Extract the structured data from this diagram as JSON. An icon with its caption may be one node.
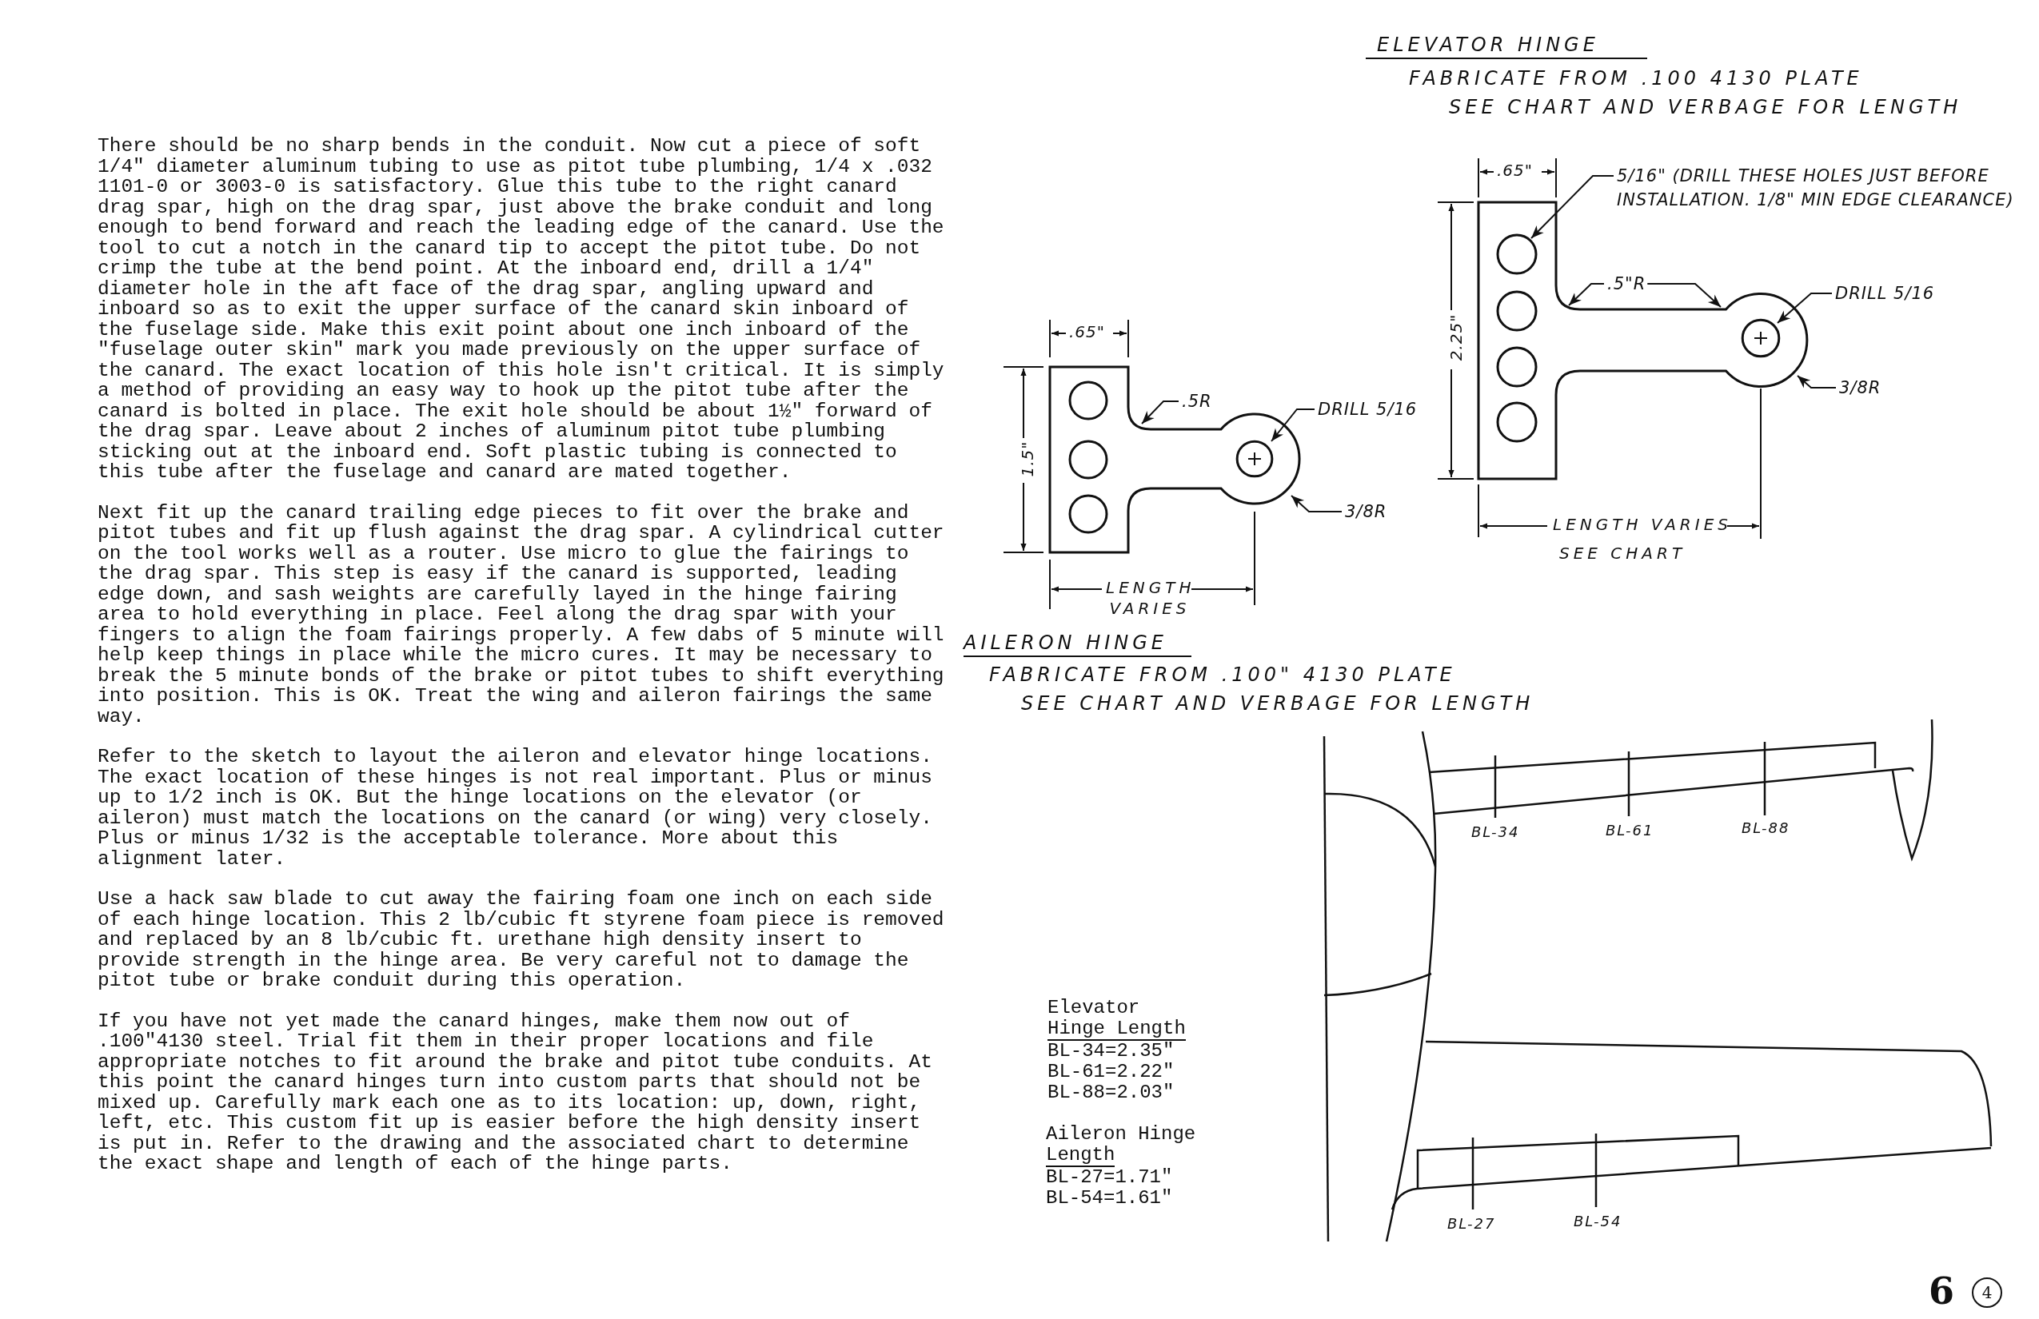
{
  "diagram": {
    "nodes": [
      {
        "text": [
          "5/16\" (DRILL THESE HOLES JUST BEFORE INSTALLATION. 1/8\" MIN EDGE CLEARANCE)"
        ]
      },
      {
        "text": [
          ".5\"R"
        ]
      },
      {
        "text": [
          "DRILL 5/16"
        ]
      },
      {
        "text": [
          "3/8R"
        ]
      },
      {
        "text": [
          ".5R"
        ]
      },
      {
        "text": [
          "DRILL 5/16"
        ]
      },
      {
        "text": [
          "3/8R"
        ]
      },
      {
        "text": [],
        "shape": "picture"
      },
      {
        "text": [],
        "shape": "picture"
      }
    ],
    "edges": [
      {
        "from": 0,
        "to": 7,
        "arrow": "to"
      },
      {
        "from": 1,
        "to": 7,
        "arrow": "to"
      },
      {
        "from": 1,
        "to": 7,
        "arrow": "to"
      },
      {
        "from": 2,
        "to": 7,
        "arrow": "to"
      },
      {
        "from": 3,
        "to": 7,
        "arrow": "to"
      },
      {
        "from": 4,
        "to": 8,
        "arrow": "to"
      },
      {
        "from": 5,
        "to": 8,
        "arrow": "to"
      },
      {
        "from": 6,
        "to": 8,
        "arrow": "to"
      }
    ],
    "labels": [
      "There should be no sharp bends in the conduit.  Now cut a piece of soft 1/4\" diameter aluminum tubing to use as pitot tube plumbing, 1/4 x .032 1101-0 or 3003-0 is satisfactory.  Glue this tube to the right canard drag spar, high on the drag spar, just above the brake conduit and long enough to bend forward and reach the leading edge of the canard.  Use the tool to cut a notch in the canard tip to accept the pitot tube.  Do not crimp the tube at the bend point. At the inboard end, drill a 1/4\" diameter hole in the aft face of the drag spar, angling upward and inboard so as to exit the upper surface of the canard skin inboard of the fuselage side.  Make this exit point about one inch inboard of the \"fuselage outer skin\" mark you made previously on the upper surface of the canard.  The exact location of this hole isn't critical.  It is simply a method of providing an easy way to hook up the pitot tube after the canard is bolted in place.  The exit hole should be about 1½\" forward of the drag spar.  Leave about 2 inches of aluminum pitot tube plumbing sticking out at the inboard end.  Soft plastic tubing is connected to this tube after the fuselage and canard are mated together.",
      "Next fit up the canard trailing edge pieces to fit over the brake and pitot tubes and fit up flush against the drag spar.  A cylindrical cutter on the tool works well as a router.  Use micro to glue the fairings to the drag spar.  This step is easy if the canard is supported, leading edge down, and sash weights are carefully layed in the hinge fairing area to hold everything in place.  Feel along the drag spar with your fingers to align the foam fairings properly. A few dabs of 5 minute will help keep things in place while the micro cures.  It may be necessary to break the 5 minute bonds of the brake or pitot tubes to shift everything into position.  This is OK. Treat the wing and aileron fairings the same way.",
      "Refer to the sketch to layout the aileron and elevator hinge locations. The exact location of these hinges is not real important.  Plus or minus up to 1/2 inch is OK.  But the hinge locations on the elevator (or aileron) must match the locations on the canard (or wing) very closely.  Plus or minus 1/32 is the acceptable tolerance.  More about this alignment later.",
      "Use a hack saw blade to cut away the fairing foam one inch on each side of each hinge location.  This 2 lb/cubic ft styrene foam piece is removed and replaced by an 8 lb/cubic ft. urethane high density insert to provide strength in the hinge area.  Be very careful not to damage the pitot tube or brake conduit during this operation.",
      "If you have not yet made the canard hinges, make them now out of .100\"4130 steel.  Trial fit them in their proper locations and file appropriate notches to fit around the brake and pitot tube conduits. At this point the canard hinges turn into custom parts that should not be mixed up.  Carefully mark each one as to its location: up, down, right, left, etc.  This custom fit up is easier before the high density insert is put in.  Refer to the drawing and the associated chart to determine the exact shape and length of each of the hinge parts.",
      "ELEVATOR HINGE",
      "FABRICATE FROM .100 4130 PLATE",
      "SEE CHART AND VERBAGE FOR LENGTH",
      ".65\"",
      "2.25\"",
      "LENGTH VARIES",
      "SEE CHART",
      ".65\"",
      "1.5\"",
      "LENGTH VARIES",
      "AILERON HINGE",
      "FABRICATE FROM .100\" 4130 PLATE",
      "SEE CHART AND VERBAGE FOR LENGTH",
      "BL-34",
      "BL-61",
      "BL-88",
      "BL-27",
      "BL-54",
      "Elevator",
      "Hinge Length",
      "BL-34=2.35\"",
      "BL-61=2.22\"",
      "BL-88=2.03\"",
      "Aileron Hinge",
      "Length",
      "BL-27=1.71\"",
      "BL-54=1.61\"",
      "6",
      "4"
    ]
  }
}
